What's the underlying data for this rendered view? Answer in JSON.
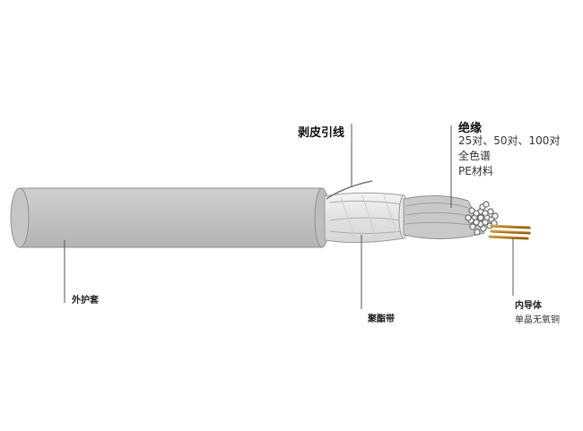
{
  "labels": {
    "drain_wire": "剥皮引线",
    "insulation": {
      "title": "绝缘",
      "line1": "25对、50对、100对",
      "line2": "全色谱",
      "line3": "PE材料"
    },
    "outer_sheath": "外护套",
    "polyester_tape": "聚酯带",
    "inner_conductor": {
      "title": "内导体",
      "subtitle": "单晶无氧铜"
    }
  }
}
